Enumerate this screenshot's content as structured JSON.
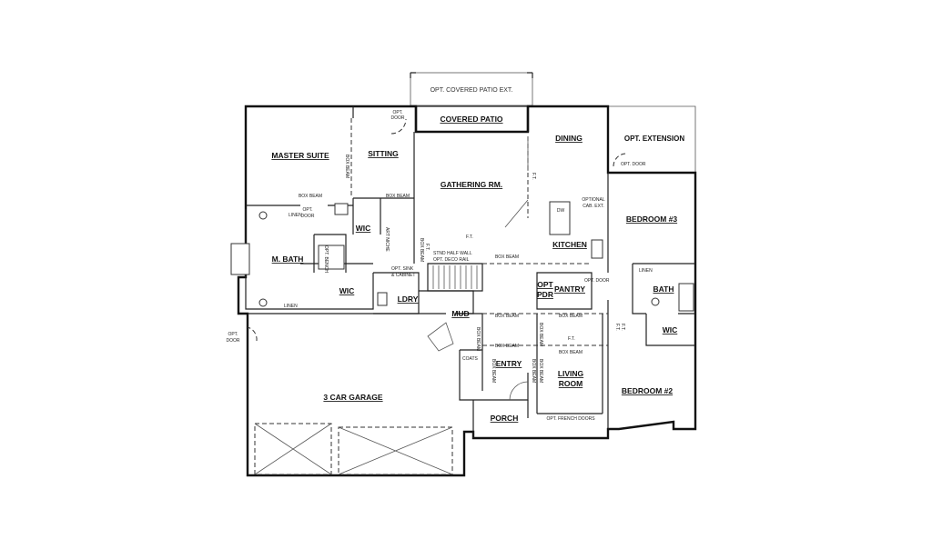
{
  "rooms": {
    "covered_patio": "COVERED PATIO",
    "opt_covered_patio_ext": "OPT. COVERED PATIO EXT.",
    "master_suite": "MASTER SUITE",
    "sitting": "SITTING",
    "gathering_rm": "GATHERING RM.",
    "dining": "DINING",
    "opt_extension": "OPT. EXTENSION",
    "bedroom_3": "BEDROOM #3",
    "kitchen": "KITCHEN",
    "m_bath": "M. BATH",
    "wic_master_upper": "WIC",
    "wic_master_lower": "WIC",
    "ldry": "LDRY",
    "mud": "MUD",
    "opt_pdr_line1": "OPT",
    "opt_pdr_line2": "PDR",
    "pantry": "PANTRY",
    "bath": "BATH",
    "wic_bedroom2": "WIC",
    "entry": "ENTRY",
    "living_room_line1": "LIVING",
    "living_room_line2": "ROOM",
    "bedroom_2": "BEDROOM #2",
    "garage": "3 CAR GARAGE",
    "porch": "PORCH"
  },
  "notes": {
    "opt_door_patio_line1": "OPT.",
    "opt_door_patio_line2": "DOOR",
    "opt_door_ext": "OPT. DOOR",
    "box_beam_master_1": "BOX BEAM",
    "box_beam_sitting": "BOX BEAM",
    "box_beam_vertical_master": "BOX BEAM",
    "linen_master": "LINEN",
    "opt_door_bath_line1": "OPT.",
    "opt_door_bath_line2": "DOOR",
    "optional_cab_ext_line1": "OPTIONAL",
    "optional_cab_ext_line2": "CAB. EXT.",
    "dw": "DW",
    "ft_gathering": "F.T.",
    "ft_kitchen": "F.T.",
    "stnd_half_wall": "STND HALF WALL",
    "opt_deco_rail": "OPT. DECO RAIL",
    "box_beam_kitchen": "BOX BEAM",
    "box_beam_vertical_stair": "BOX BEAM",
    "ft_vertical_stair": "F.T.",
    "opt_sink_line1": "OPT. SINK",
    "opt_sink_line2": "& CABINET",
    "opt_bench": "OPT. BENCH",
    "linen_master_lower": "LINEN",
    "linen_bath": "LINEN",
    "box_beam_mud": "BOX BEAM",
    "box_beam_mud_2": "BOX BEAM",
    "box_beam_entry": "BOX BEAM",
    "box_beam_living": "BOX BEAM",
    "ft_living": "F.T.",
    "coats": "COATS",
    "opt_door_garage_line1": "OPT.",
    "opt_door_garage_line2": "DOOR",
    "opt_french_doors": "OPT. FRENCH DOORS",
    "art_niche": "ART NICHE",
    "box_beam_v1": "BOX BEAM",
    "box_beam_v2": "BOX BEAM",
    "box_beam_v3": "BOX BEAM",
    "ft_v1": "F.T.",
    "ft_v2": "F.T.",
    "opt_door_pantry": "OPT. DOOR",
    "box_beam_pantry": "BOX BEAM",
    "box_beam_living_v": "BOX BEAM"
  }
}
